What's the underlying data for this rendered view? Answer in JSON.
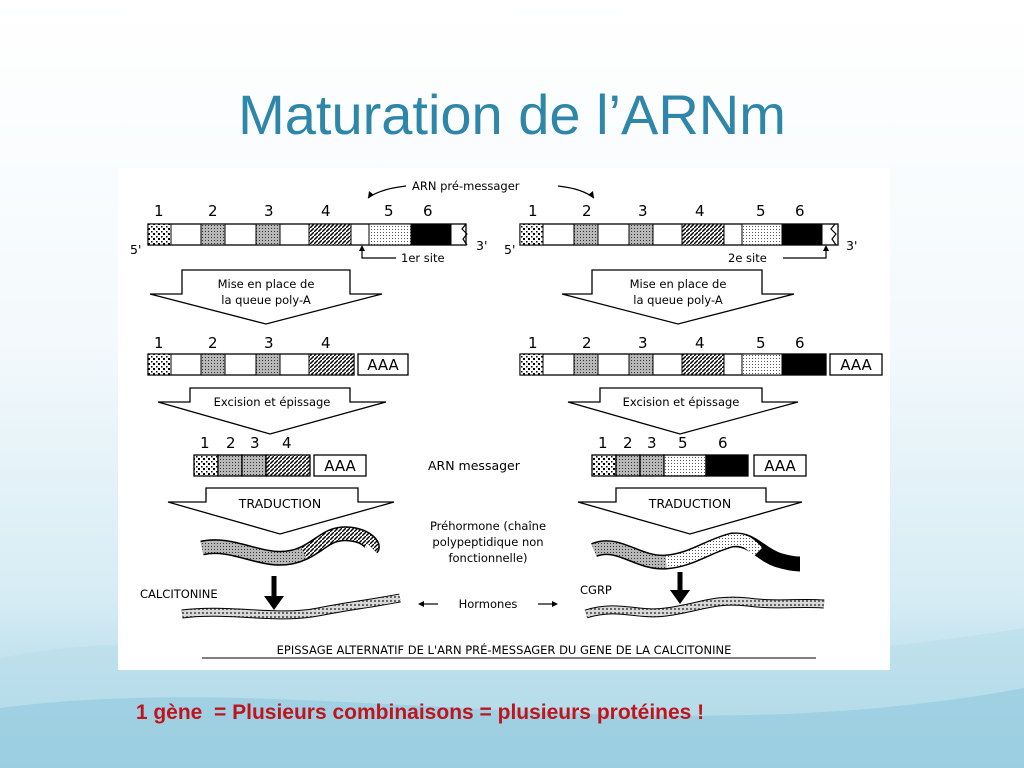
{
  "slide": {
    "title": "Maturation de l’ARNm",
    "conclusion": "1 gène  = Plusieurs combinaisons = plusieurs protéines !"
  },
  "figure": {
    "pre_messenger_label": "ARN pré-messager",
    "five_prime": "5'",
    "three_prime": "3'",
    "first_site": "1er site",
    "second_site": "2e site",
    "polyA_step": [
      "Mise en place de",
      "la queue poly-A"
    ],
    "splicing_step": "Excision et épissage",
    "mrna_label": "ARN messager",
    "translation": "TRADUCTION",
    "prehormone": [
      "Préhormone (chaîne",
      "polypeptidique non",
      "fonctionnelle)"
    ],
    "polyA": "AAA",
    "calcitonine": "CALCITONINE",
    "cgrp": "CGRP",
    "hormones": "Hormones",
    "footer": "EPISSAGE ALTERNATIF DE L'ARN PRÉ-MESSAGER DU GENE DE LA CALCITONINE",
    "exon_numbers": [
      "1",
      "2",
      "3",
      "4",
      "5",
      "6"
    ],
    "left_mrna_exons": [
      "1",
      "2",
      "3",
      "4"
    ],
    "right_mrna_exons": [
      "1",
      "2",
      "3",
      "5",
      "6"
    ]
  },
  "colors": {
    "title": "#2e86a9",
    "conclusion": "#c0141c"
  }
}
